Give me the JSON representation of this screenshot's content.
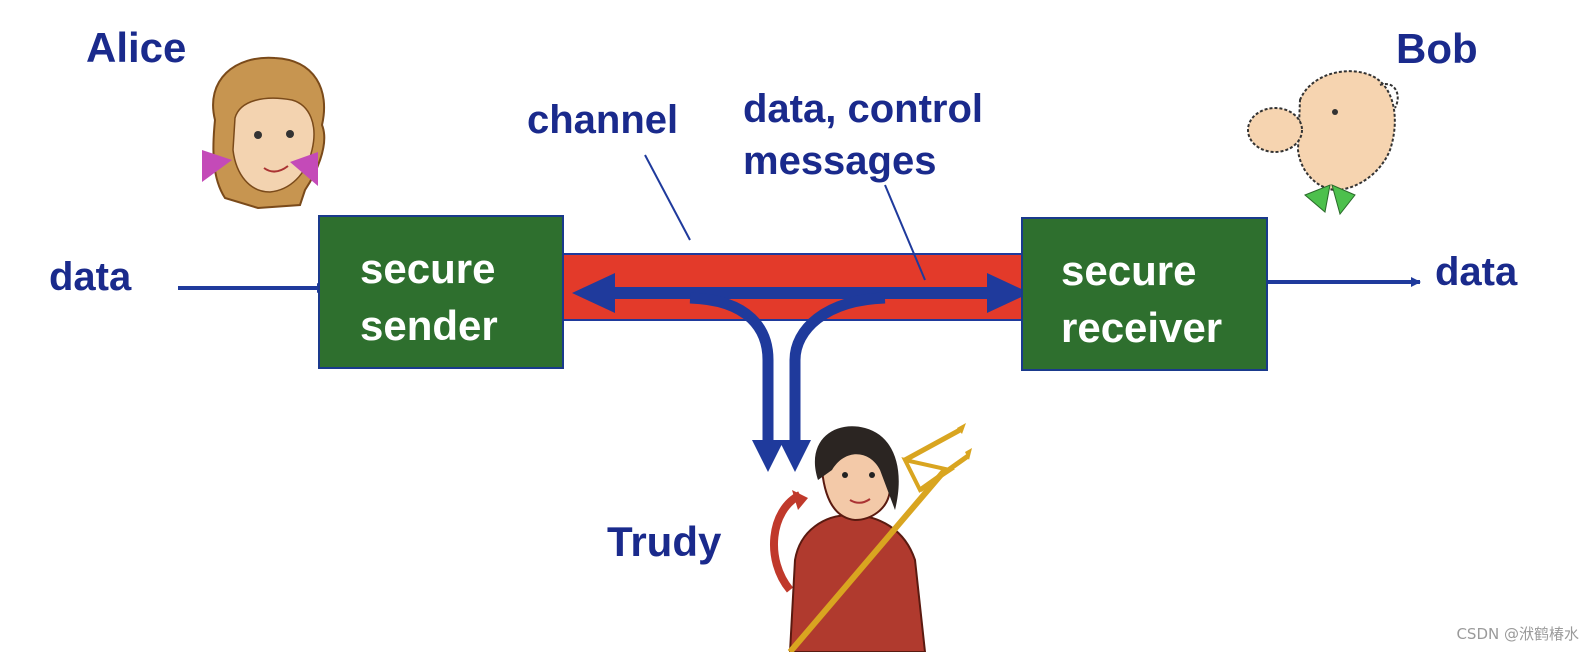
{
  "labels": {
    "alice": "Alice",
    "bob": "Bob",
    "trudy": "Trudy",
    "data_left": "data",
    "data_right": "data",
    "channel": "channel",
    "messages_line1": "data, control",
    "messages_line2": "messages"
  },
  "boxes": {
    "sender": {
      "line1": "secure",
      "line2": "sender"
    },
    "receiver": {
      "line1": "secure",
      "line2": "receiver"
    }
  },
  "watermark": "CSDN @洑鹤椿水",
  "colors": {
    "text": "#1a2a8c",
    "box_fill": "#2e6f2e",
    "channel": "#e33a2a",
    "arrow": "#1f3a9c"
  }
}
